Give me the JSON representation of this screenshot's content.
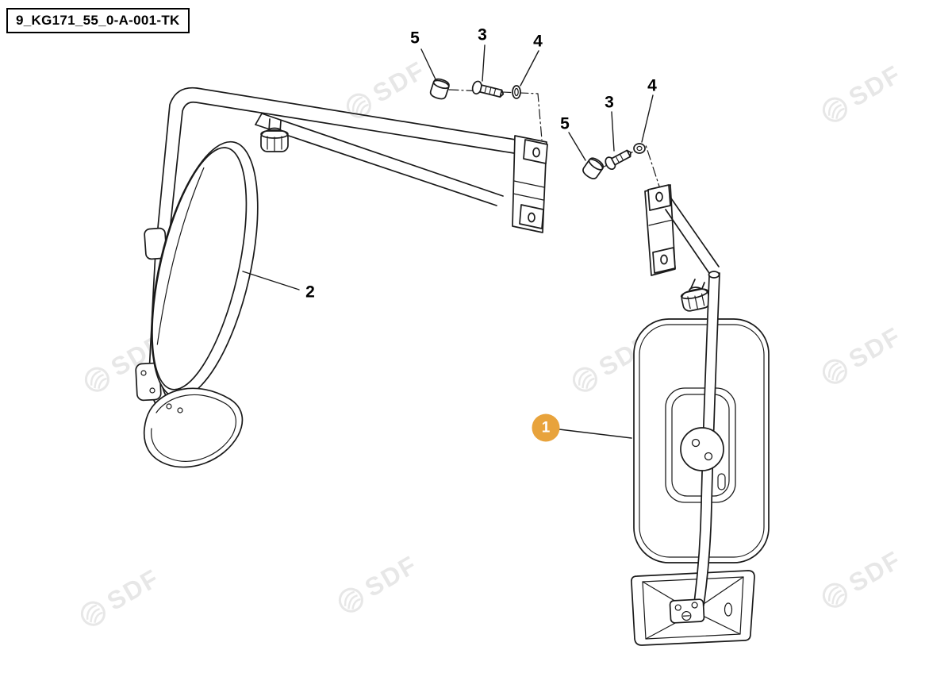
{
  "title_box": {
    "text": "9_KG171_55_0-A-001-TK"
  },
  "watermark": {
    "text": "SDF",
    "logo_icon": "sdf-circular-logo"
  },
  "colors": {
    "callout_highlight": "#E8A33C",
    "drawing_line": "#1A1A1A",
    "watermark_gray": "rgba(40,40,40,0.11)"
  },
  "callouts": [
    {
      "label": "5"
    },
    {
      "label": "3"
    },
    {
      "label": "4"
    },
    {
      "label": "5"
    },
    {
      "label": "3"
    },
    {
      "label": "4"
    },
    {
      "label": "2"
    },
    {
      "label": "1",
      "highlighted": true
    }
  ]
}
